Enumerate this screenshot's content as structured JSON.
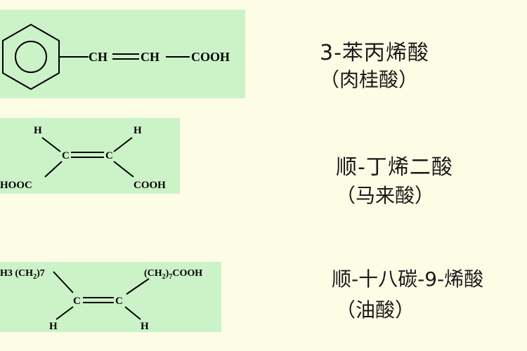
{
  "rows": [
    {
      "formula": {
        "ch1": "CH",
        "ch2": "CH",
        "cooh": "COOH"
      },
      "name": "3-苯丙烯酸",
      "alias": "（肉桂酸）"
    },
    {
      "formula": {
        "h_left": "H",
        "h_right": "H",
        "c_left": "C",
        "c_right": "C",
        "hooc": "HOOC",
        "cooh": "COOH"
      },
      "name": "顺-丁烯二酸",
      "alias": "（马来酸）"
    },
    {
      "formula": {
        "left_chain_main": "H3 (CH",
        "left_chain_sub": "2",
        "left_chain_end": ")7",
        "right_chain_main": "(CH",
        "right_chain_sub": "2",
        "right_chain_sub7": "7",
        "right_chain_end": ")",
        "right_chain_cooh": "COOH",
        "c_left": "C",
        "c_right": "C",
        "h_left": "H",
        "h_right": "H"
      },
      "name": "顺-十八碳-9-烯酸",
      "alias": "（油酸）"
    }
  ]
}
